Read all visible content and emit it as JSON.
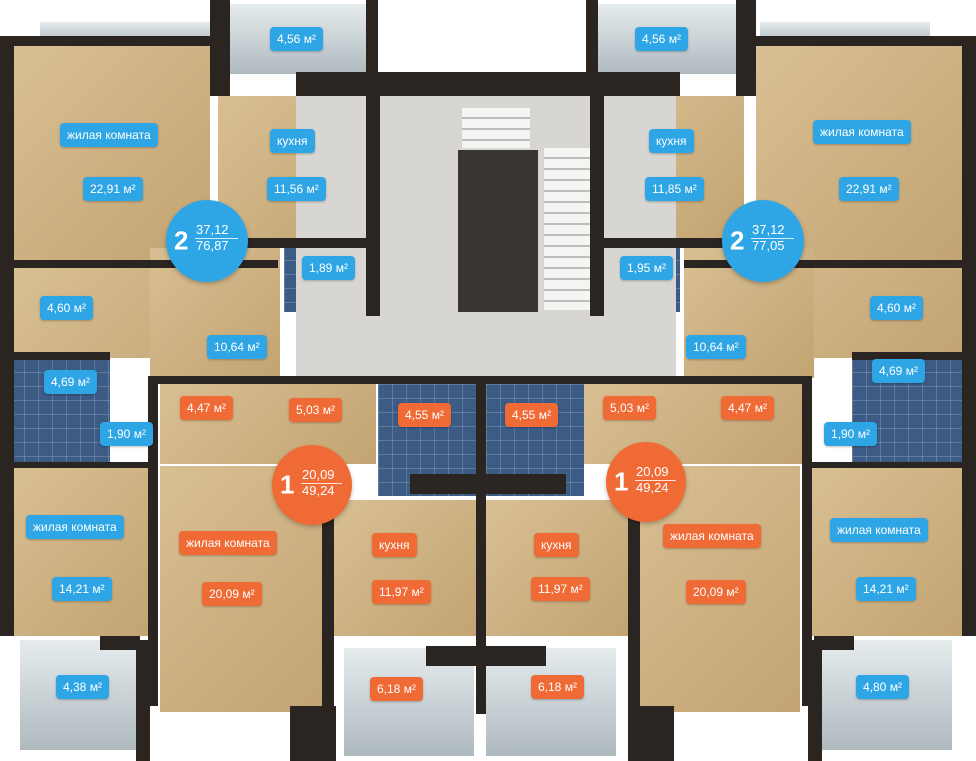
{
  "colors": {
    "apartment_2": "#2ea6e6",
    "apartment_1": "#f06a35",
    "wall": "#2b2521",
    "floor": "#c9ad7d",
    "tile": "#3c5c86"
  },
  "apartments": {
    "left_2": {
      "rooms": "2",
      "living_area": "37,12",
      "total_area": "76,87"
    },
    "right_2": {
      "rooms": "2",
      "living_area": "37,12",
      "total_area": "77,05"
    },
    "left_1": {
      "rooms": "1",
      "living_area": "20,09",
      "total_area": "49,24"
    },
    "right_1": {
      "rooms": "1",
      "living_area": "20,09",
      "total_area": "49,24"
    }
  },
  "labels": {
    "balcony_top_left": "4,56 м²",
    "balcony_top_right": "4,56 м²",
    "kitchen_top_left_name": "кухня",
    "kitchen_top_left_area": "11,56 м²",
    "kitchen_top_right_name": "кухня",
    "kitchen_top_right_area": "11,85 м²",
    "living_top_left_name": "жилая комната",
    "living_top_left_area": "22,91 м²",
    "living_top_right_name": "жилая комната",
    "living_top_right_area": "22,91 м²",
    "bath_top_left": "1,89 м²",
    "bath_top_right": "1,95 м²",
    "hall_top_left_small": "4,60 м²",
    "hall_top_left_big": "10,64 м²",
    "hall_top_right_small": "4,60 м²",
    "hall_top_right_big": "10,64 м²",
    "bath_mid_left": "4,69 м²",
    "bath_mid_left_small": "1,90 м²",
    "bath_mid_right": "4,69 м²",
    "bath_mid_right_small": "1,90 м²",
    "hall_bl_a": "4,47 м²",
    "hall_bl_b": "5,03 м²",
    "hall_br_a": "5,03 м²",
    "hall_br_b": "4,47 м²",
    "bath_bl": "4,55 м²",
    "bath_br": "4,55 м²",
    "living_bl2_name": "жилая комната",
    "living_bl2_area": "14,21 м²",
    "living_br2_name": "жилая комната",
    "living_br2_area": "14,21 м²",
    "living_bl1_name": "жилая комната",
    "living_bl1_area": "20,09 м²",
    "living_br1_name": "жилая комната",
    "living_br1_area": "20,09 м²",
    "kitchen_bl_name": "кухня",
    "kitchen_bl_area": "11,97 м²",
    "kitchen_br_name": "кухня",
    "kitchen_br_area": "11,97 м²",
    "balcony_bl_outer": "4,38 м²",
    "balcony_bl_inner": "6,18 м²",
    "balcony_br_inner": "6,18 м²",
    "balcony_br_outer": "4,80 м²"
  }
}
